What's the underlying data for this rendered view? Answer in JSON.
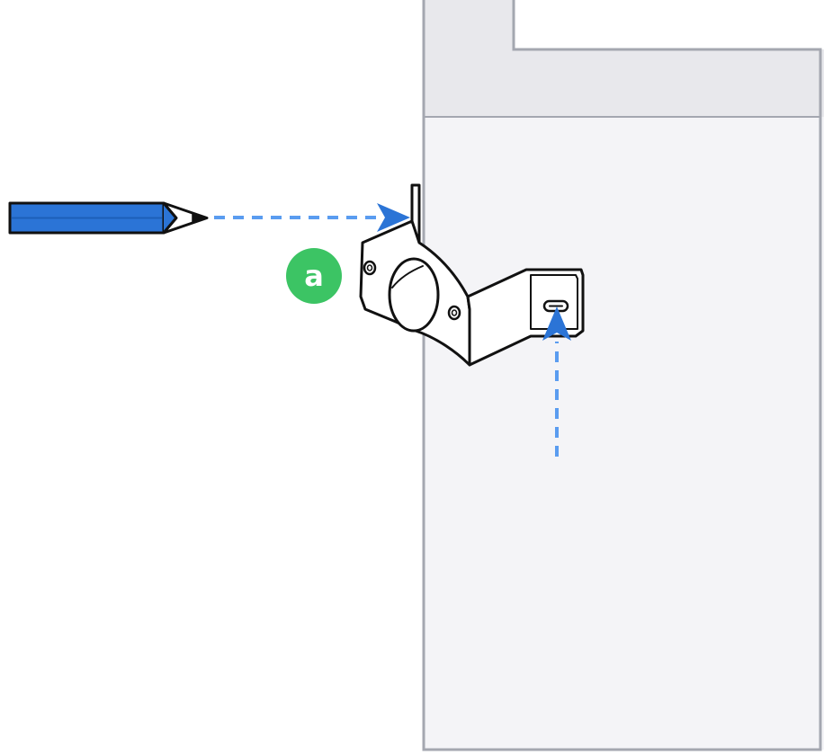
{
  "step_marker": {
    "label": "a",
    "color": "#3cc464"
  },
  "colors": {
    "cabinet_fill": "#f4f4f7",
    "cabinet_top_fill": "#e8e8ec",
    "cabinet_stroke": "#a4a7b0",
    "pencil_body": "#2b74d6",
    "arrow": "#2b74d6",
    "arrow_dash": "#5a9cf0",
    "outline": "#111111"
  },
  "icons": {
    "pencil": "pencil-icon",
    "bracket": "mounting-bracket-icon",
    "marking_arrow": "dashed-arrow-right",
    "insert_arrow": "dashed-arrow-up"
  }
}
